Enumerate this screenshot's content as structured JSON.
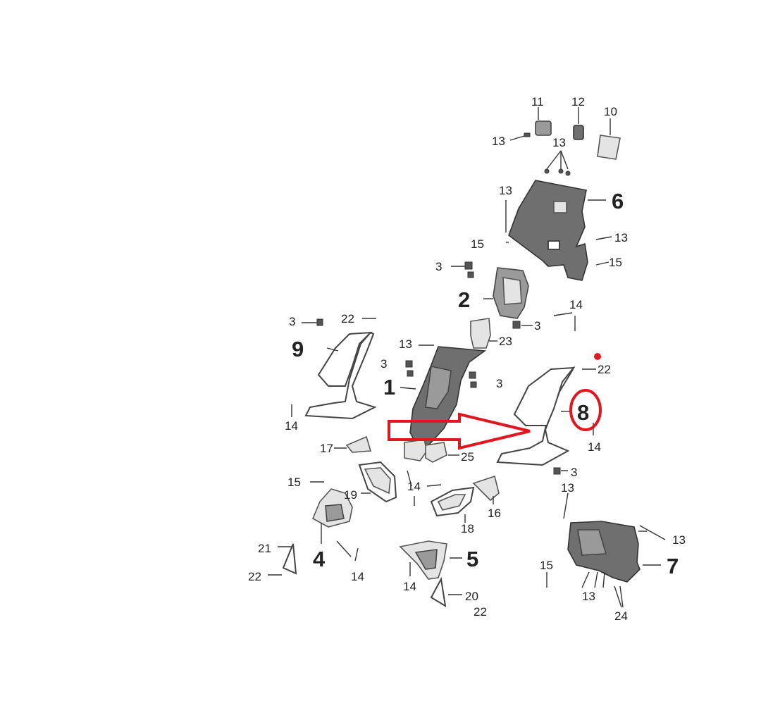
{
  "diagram": {
    "callouts": [
      {
        "id": "c11",
        "text": "11",
        "size": "small"
      },
      {
        "id": "c12",
        "text": "12",
        "size": "small"
      },
      {
        "id": "c10",
        "text": "10",
        "size": "small"
      },
      {
        "id": "c13a",
        "text": "13",
        "size": "small"
      },
      {
        "id": "c13b",
        "text": "13",
        "size": "small"
      },
      {
        "id": "c13c",
        "text": "13",
        "size": "small"
      },
      {
        "id": "c6",
        "text": "6",
        "size": "big"
      },
      {
        "id": "c13d",
        "text": "13",
        "size": "small"
      },
      {
        "id": "c15a",
        "text": "15",
        "size": "small"
      },
      {
        "id": "c15b",
        "text": "15",
        "size": "small"
      },
      {
        "id": "c3a",
        "text": "3",
        "size": "small"
      },
      {
        "id": "c2",
        "text": "2",
        "size": "big"
      },
      {
        "id": "c14a",
        "text": "14",
        "size": "small"
      },
      {
        "id": "c3b",
        "text": "3",
        "size": "small"
      },
      {
        "id": "c3c",
        "text": "3",
        "size": "small"
      },
      {
        "id": "c22a",
        "text": "22",
        "size": "small"
      },
      {
        "id": "c23",
        "text": "23",
        "size": "small"
      },
      {
        "id": "c9",
        "text": "9",
        "size": "big"
      },
      {
        "id": "c13e",
        "text": "13",
        "size": "small"
      },
      {
        "id": "c3d",
        "text": "3",
        "size": "small"
      },
      {
        "id": "c22b",
        "text": "22",
        "size": "small"
      },
      {
        "id": "c1",
        "text": "1",
        "size": "big"
      },
      {
        "id": "c3e",
        "text": "3",
        "size": "small"
      },
      {
        "id": "c8",
        "text": "8",
        "size": "big"
      },
      {
        "id": "c14b",
        "text": "14",
        "size": "small"
      },
      {
        "id": "c14c",
        "text": "14",
        "size": "small"
      },
      {
        "id": "c17",
        "text": "17",
        "size": "small"
      },
      {
        "id": "c25",
        "text": "25",
        "size": "small"
      },
      {
        "id": "c3f",
        "text": "3",
        "size": "small"
      },
      {
        "id": "c13f",
        "text": "13",
        "size": "small"
      },
      {
        "id": "c15c",
        "text": "15",
        "size": "small"
      },
      {
        "id": "c14d",
        "text": "14",
        "size": "small"
      },
      {
        "id": "c19",
        "text": "19",
        "size": "small"
      },
      {
        "id": "c16",
        "text": "16",
        "size": "small"
      },
      {
        "id": "c18",
        "text": "18",
        "size": "small"
      },
      {
        "id": "c13g",
        "text": "13",
        "size": "small"
      },
      {
        "id": "c21",
        "text": "21",
        "size": "small"
      },
      {
        "id": "c4",
        "text": "4",
        "size": "big"
      },
      {
        "id": "c5",
        "text": "5",
        "size": "big"
      },
      {
        "id": "c14e",
        "text": "14",
        "size": "small"
      },
      {
        "id": "c22c",
        "text": "22",
        "size": "small"
      },
      {
        "id": "c14f",
        "text": "14",
        "size": "small"
      },
      {
        "id": "c15d",
        "text": "15",
        "size": "small"
      },
      {
        "id": "c7",
        "text": "7",
        "size": "big"
      },
      {
        "id": "c13h",
        "text": "13",
        "size": "small"
      },
      {
        "id": "c20",
        "text": "20",
        "size": "small"
      },
      {
        "id": "c22d",
        "text": "22",
        "size": "small"
      },
      {
        "id": "c24",
        "text": "24",
        "size": "small"
      }
    ]
  },
  "highlight": {
    "arrow_color": "#e0171f",
    "circle_color": "#e0171f",
    "dot_color": "#e0171f"
  }
}
